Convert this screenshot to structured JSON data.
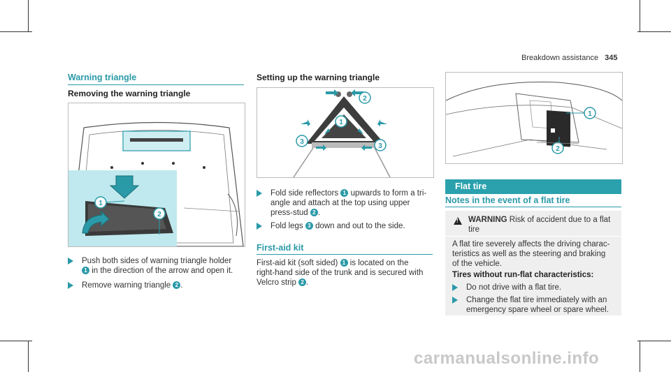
{
  "header": {
    "section": "Breakdown assistance",
    "page_number": "345"
  },
  "col1": {
    "title": "Warning triangle",
    "subtitle": "Removing the warning triangle",
    "step1_a": "Push both sides of warning triangle holder",
    "step1_b": "in the direction of the arrow and open it.",
    "step2_a": "Remove warning triangle",
    "badges": [
      "1",
      "2"
    ]
  },
  "col2": {
    "subtitle": "Setting up the warning triangle",
    "step1_a": "Fold side reflectors",
    "step1_b": "upwards to form a tri-",
    "step1_c": "angle and attach at the top using upper",
    "step1_d": "press-stud",
    "step2_a": "Fold legs",
    "step2_b": "down and out to the side.",
    "firstaid_title": "First-aid kit",
    "firstaid_a": "First-aid kit (soft sided)",
    "firstaid_b": "is located on the",
    "firstaid_c": "right-hand side of the trunk and is secured with",
    "firstaid_d": "Velcro strip",
    "badges": [
      "1",
      "2",
      "3"
    ]
  },
  "col3": {
    "banner": "Flat tire",
    "subtitle": "Notes in the event of a flat tire",
    "warning_label": "WARNING",
    "warning_text": "Risk of accident due to a flat",
    "warning_text2": "tire",
    "body1": "A flat tire severely affects the driving charac-",
    "body2": "teristics as well as the steering and braking",
    "body3": "of the vehicle.",
    "bold_heading": "Tires without run-flat characteristics:",
    "step1": "Do not drive with a flat tire.",
    "step2_a": "Change the flat tire immediately with an",
    "step2_b": "emergency spare wheel or spare wheel.",
    "badges": [
      "1",
      "2"
    ]
  },
  "watermark": "carmanualsonline.info",
  "colors": {
    "accent": "#2a9aa8",
    "banner": "#2aa1ad",
    "warnbox": "#efefef"
  }
}
